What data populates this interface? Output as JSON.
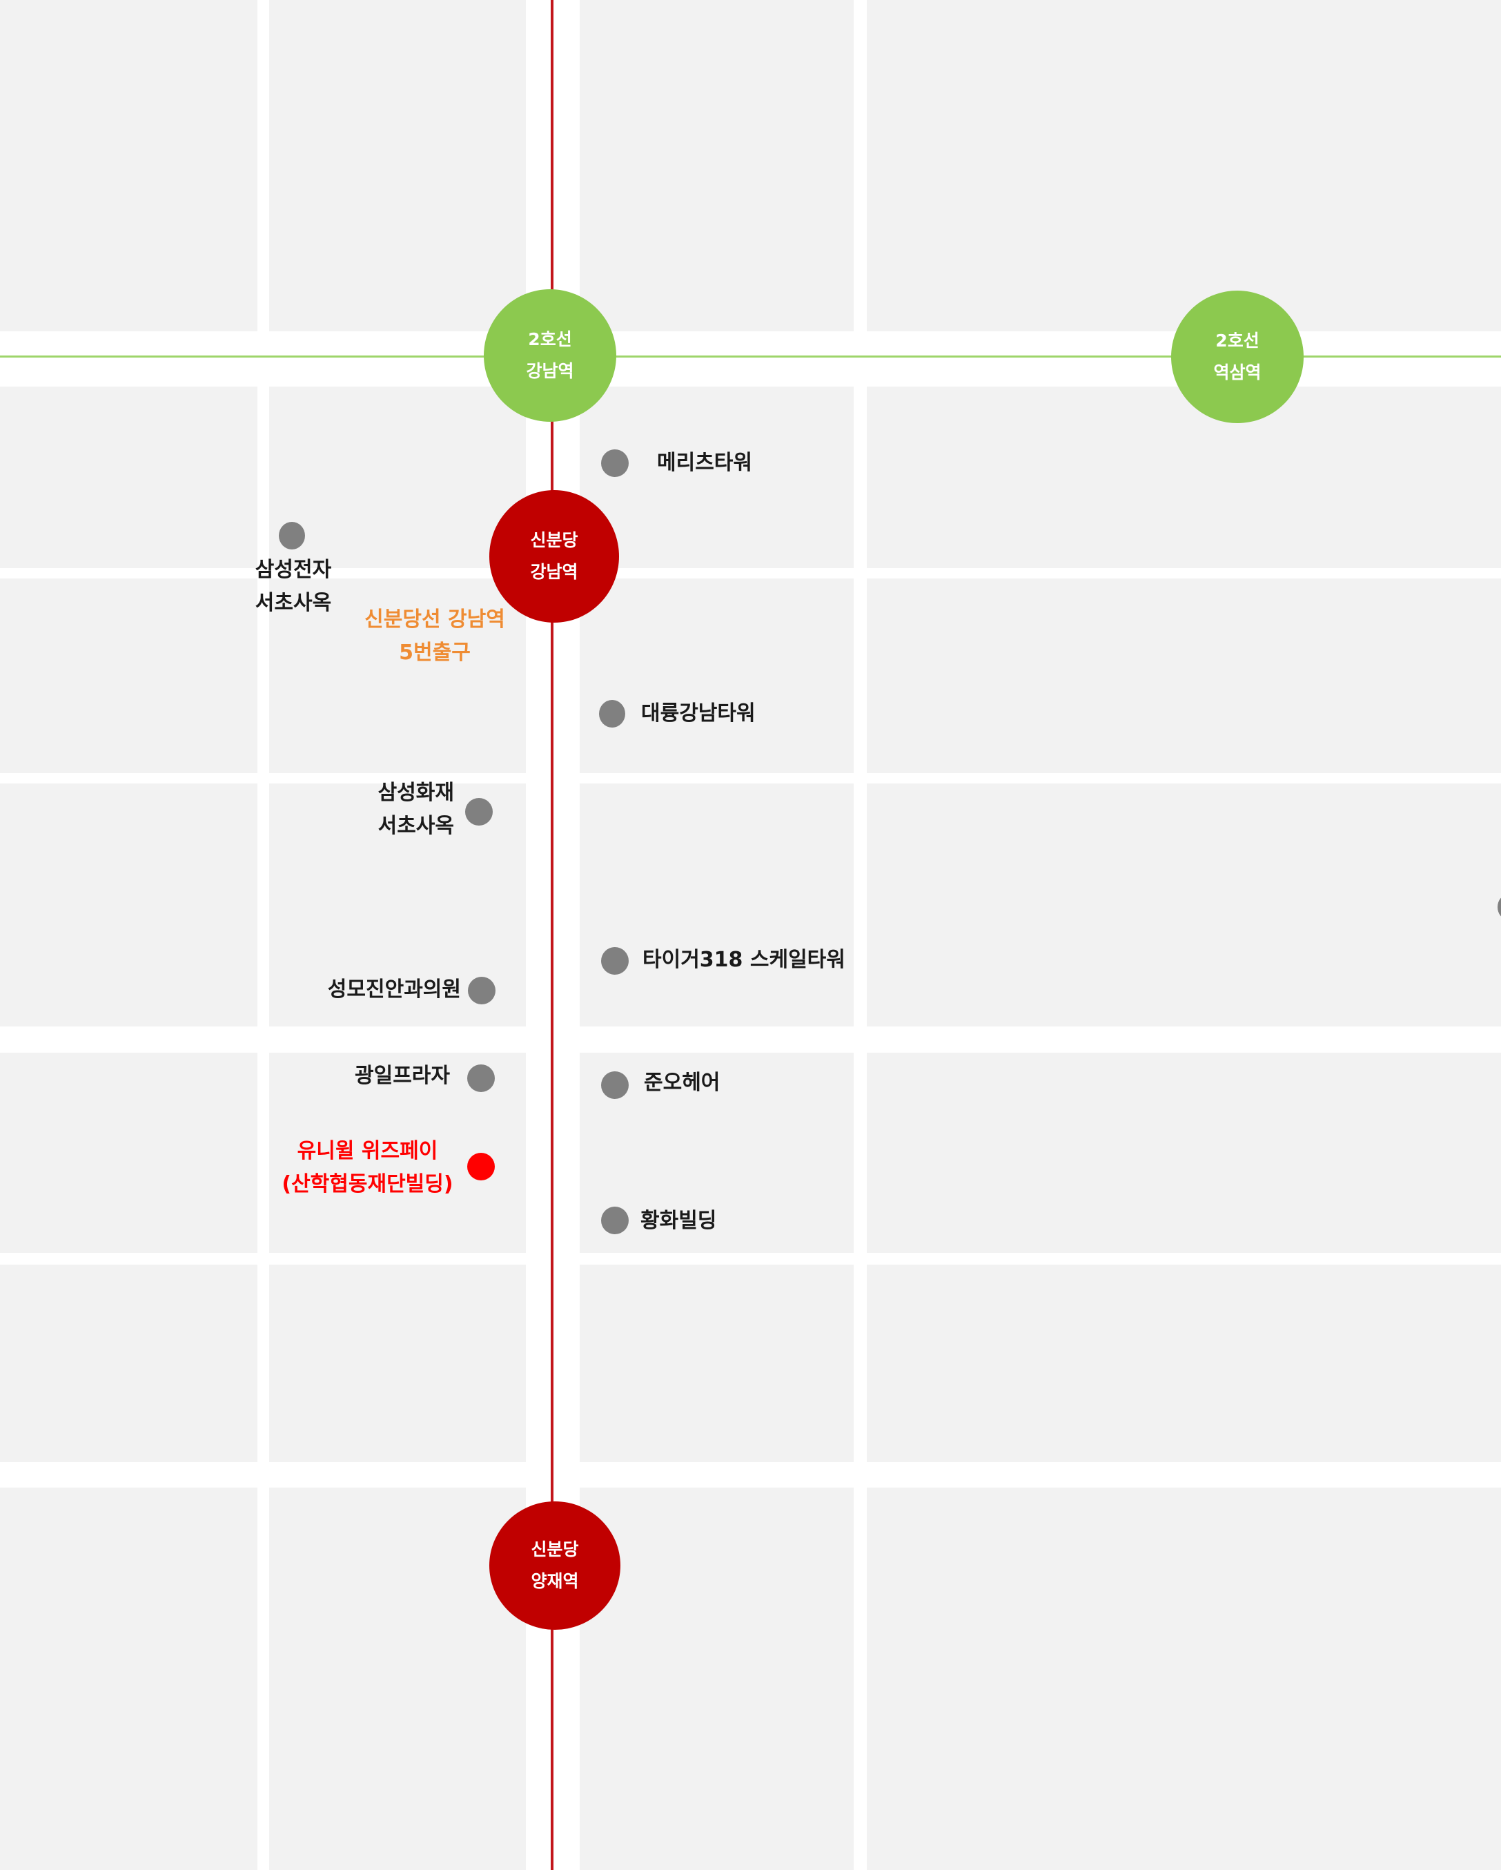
{
  "colors": {
    "line2": "#8cc94f",
    "sinbundang": "#c00000",
    "poi": "#808080",
    "highlight": "#ff0000",
    "exit": "#ef8c33",
    "block": "#f2f2f2",
    "road": "#ffffff"
  },
  "stations": {
    "gangnam_line2": {
      "line": "2호선",
      "name": "강남역"
    },
    "yeoksam_line2": {
      "line": "2호선",
      "name": "역삼역"
    },
    "gangnam_sinbundang": {
      "line": "신분당",
      "name": "강남역"
    },
    "yangjae_sinbundang": {
      "line": "신분당",
      "name": "양재역"
    }
  },
  "exit_label": {
    "line1": "신분당선 강남역",
    "line2": "5번출구"
  },
  "pois": {
    "merits_tower": "메리츠타워",
    "samsung_electronics": {
      "line1": "삼성전자",
      "line2": "서초사옥"
    },
    "daeryung_tower": "대륭강남타워",
    "samsung_fire": {
      "line1": "삼성화재",
      "line2": "서초사옥"
    },
    "tiger318": "타이거318 스케일타워",
    "sungmo_clinic": "성모진안과의원",
    "kwangil_plaza": "광일프라자",
    "juno_hair": "준오헤어",
    "uniwill": {
      "line1": "유니윌 위즈페이",
      "line2": "(산학협동재단빌딩)"
    },
    "hwanghwa_building": "황화빌딩"
  }
}
